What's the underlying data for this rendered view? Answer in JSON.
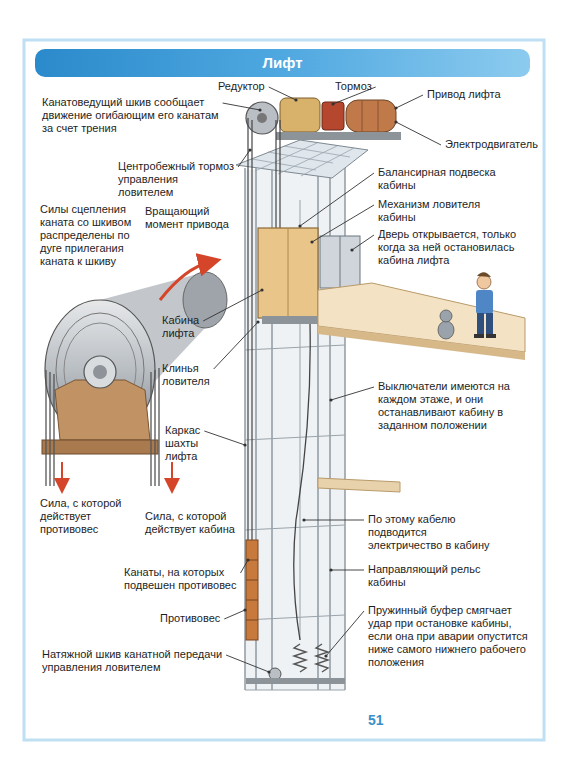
{
  "diagram": {
    "title": "Лифт",
    "labels": [
      "Редуктор",
      "Тормоз",
      "Привод лифта",
      "Канатоведущий шкив сообщает движение огибающим его канатам за счет трения",
      "Электродвигатель",
      "Центробежный тормоз управления ловителем",
      "Балансирная подвеска кабины",
      "Силы сцепления каната со шкивом распределены по дуге прилегания каната к шкиву",
      "Вращающий момент привода",
      "Механизм ловителя кабины",
      "Дверь открывается, только когда за ней остановилась кабина лифта",
      "Кабина лифта",
      "Клинья ловителя",
      "Выключатели имеются на каждом этаже, и они останавливают кабину в заданном положении",
      "Каркас шахты лифта",
      "Сила, с которой действует противовес",
      "Сила, с которой действует кабина",
      "По этому кабелю подводится электричество в кабину",
      "Направляющий рельс кабины",
      "Канаты, на которых подвешен противовес",
      "Противовес",
      "Пружинный буфер смягчает удар при остановке кабины, если она при аварии опустится ниже самого нижнего рабочего положения",
      "Натяжной шкив канатной передачи управления ловителем",
      "51"
    ]
  }
}
